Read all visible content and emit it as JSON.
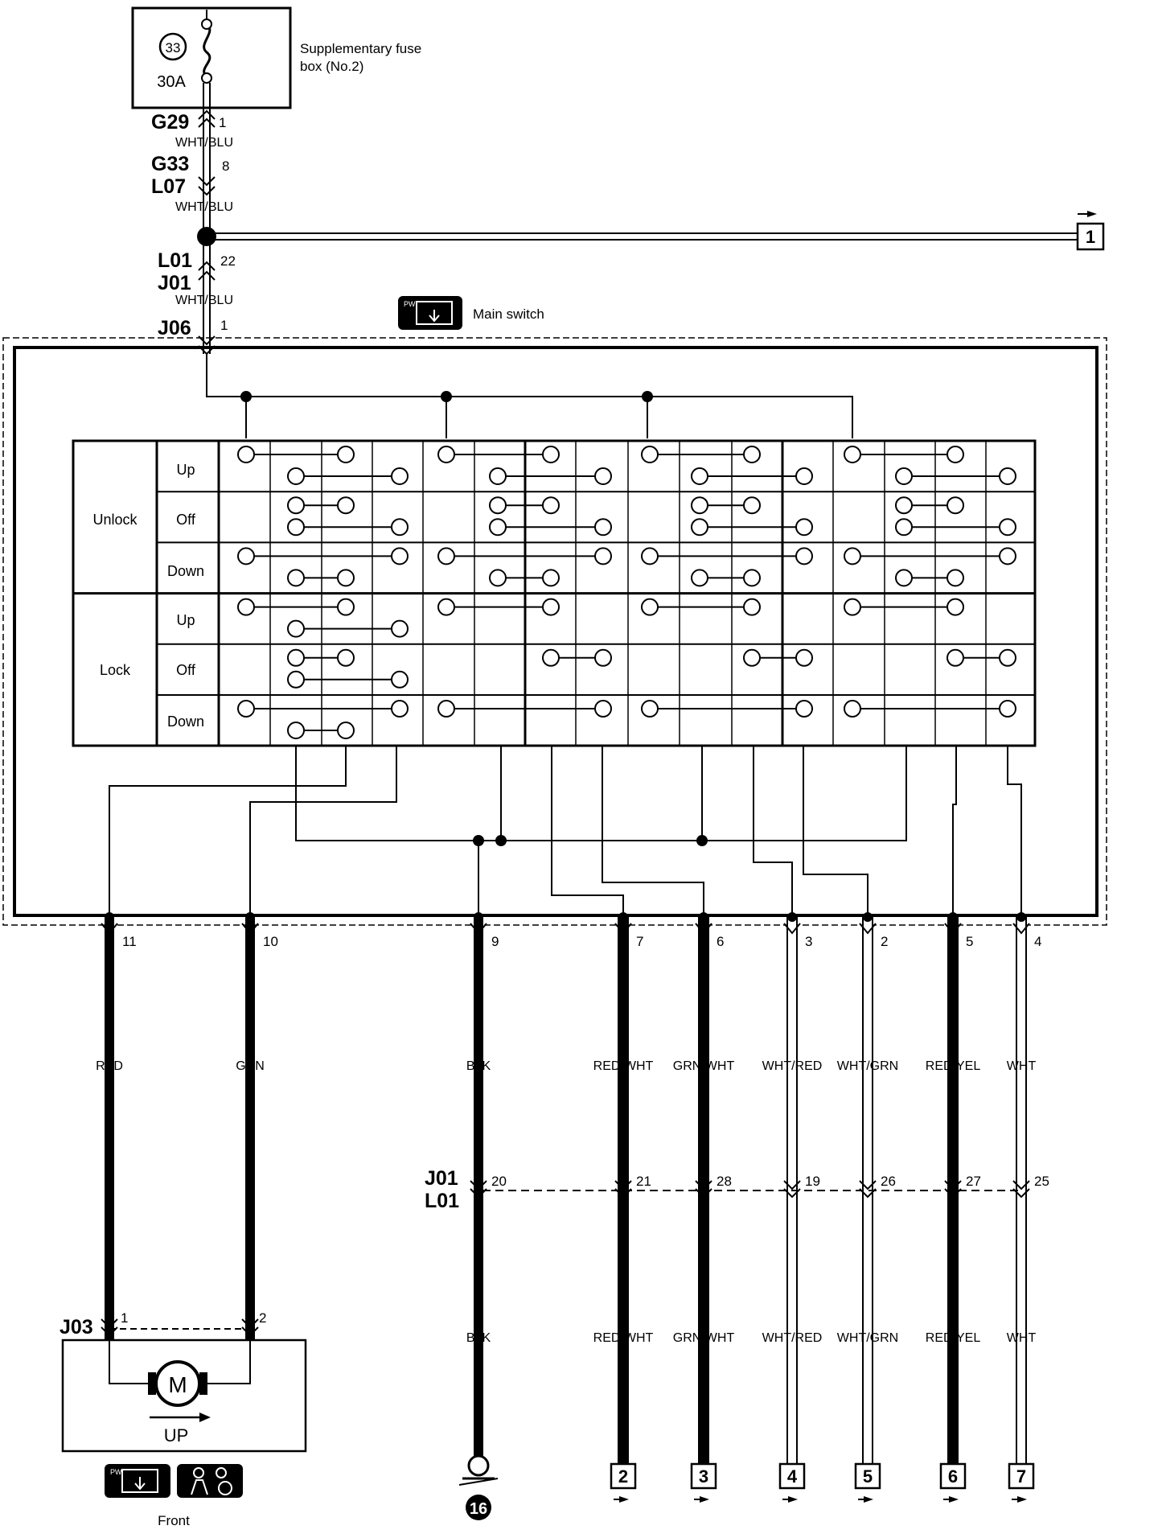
{
  "fuse": {
    "number": "33",
    "rating": "30A",
    "box_label_line1": "Supplementary fuse",
    "box_label_line2": "box (No.2)"
  },
  "connectors_top": [
    {
      "id": "G29",
      "pin": "1",
      "wire": "WHT/BLU"
    },
    {
      "id_a": "G33",
      "id_b": "L07",
      "pin": "8",
      "wire": "WHT/BLU"
    },
    {
      "id_a": "L01",
      "id_b": "J01",
      "pin": "22",
      "wire": "WHT/BLU"
    },
    {
      "id": "J06",
      "pin": "1"
    }
  ],
  "ref_top": "1",
  "main_switch": {
    "label": "Main switch",
    "icon_text": "PW"
  },
  "matrix": {
    "groups": [
      "Unlock",
      "Lock"
    ],
    "rows": [
      "Up",
      "Off",
      "Down",
      "Up",
      "Off",
      "Down"
    ]
  },
  "outputs": [
    {
      "pin": "11",
      "wire": "RED"
    },
    {
      "pin": "10",
      "wire": "GRN"
    },
    {
      "pin": "9",
      "wire": "BLK",
      "j01": "20",
      "wire2": "BLK"
    },
    {
      "pin": "7",
      "wire": "RED/WHT",
      "j01": "21",
      "wire2": "RED/WHT",
      "ref": "2"
    },
    {
      "pin": "6",
      "wire": "GRN/WHT",
      "j01": "28",
      "wire2": "GRN/WHT",
      "ref": "3"
    },
    {
      "pin": "3",
      "wire": "WHT/RED",
      "j01": "19",
      "wire2": "WHT/RED",
      "ref": "4"
    },
    {
      "pin": "2",
      "wire": "WHT/GRN",
      "j01": "26",
      "wire2": "WHT/GRN",
      "ref": "5"
    },
    {
      "pin": "5",
      "wire": "RED/YEL",
      "j01": "27",
      "wire2": "RED/YEL",
      "ref": "6"
    },
    {
      "pin": "4",
      "wire": "WHT",
      "j01": "25",
      "wire2": "WHT",
      "ref": "7"
    }
  ],
  "mid_connector": {
    "id_a": "J01",
    "id_b": "L01"
  },
  "motor": {
    "connector": "J03",
    "pin_a": "1",
    "pin_b": "2",
    "symbol": "M",
    "direction": "UP",
    "caption": "Front"
  },
  "ground": {
    "ref": "16"
  },
  "colors": {
    "line": "#000000",
    "background": "#ffffff"
  }
}
